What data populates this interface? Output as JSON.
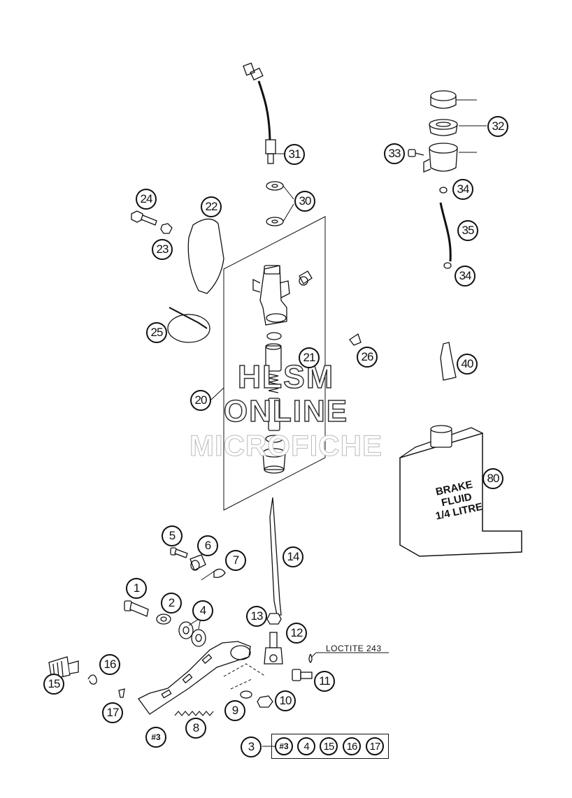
{
  "watermark": {
    "line1": "HLSM",
    "line2": "ONLINE",
    "line3": "MICROFICHE"
  },
  "note": {
    "loctite": "LOCTITE 243"
  },
  "brake_fluid": {
    "line1": "BRAKE",
    "line2": "FLUID",
    "line3": "1/4 LITRE"
  },
  "callouts": {
    "c1": "1",
    "c2": "2",
    "c3": "3",
    "c4": "4",
    "c5": "5",
    "c6": "6",
    "c7": "7",
    "c8": "8",
    "c9": "9",
    "c10": "10",
    "c11": "11",
    "c12": "12",
    "c13": "13",
    "c14": "14",
    "c15": "15",
    "c16": "16",
    "c17": "17",
    "c20": "20",
    "c21": "21",
    "c22": "22",
    "c23": "23",
    "c24": "24",
    "c25": "25",
    "c26": "26",
    "c30": "30",
    "c31": "31",
    "c32": "32",
    "c33": "33",
    "c34a": "34",
    "c34b": "34",
    "c35": "35",
    "c40": "40",
    "c80": "80",
    "c3hash": "#3"
  },
  "kit": {
    "k1": "#3",
    "k2": "4",
    "k3": "15",
    "k4": "16",
    "k5": "17"
  }
}
